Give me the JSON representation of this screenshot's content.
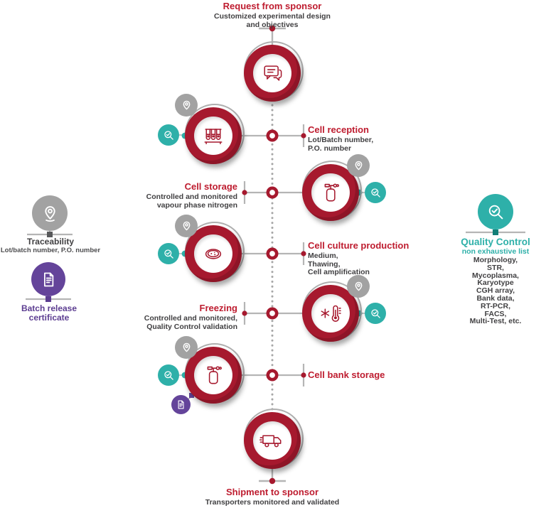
{
  "colors": {
    "crimson": "#A6192E",
    "crimson_text": "#BE1C2F",
    "teal": "#2EB0A9",
    "purple": "#64449A",
    "purple_text": "#5C3D91",
    "gray_badge": "#A2A2A2",
    "dark_text": "#414042",
    "line_gray": "#B5B5B5"
  },
  "steps": [
    {
      "id": "request-from-sponsor",
      "icon": "chat-bubbles-icon",
      "title": "Request from sponsor",
      "lines": [
        "Customized experimental design",
        "and objectives"
      ],
      "badges": []
    },
    {
      "id": "cell-reception",
      "icon": "test-tubes-icon",
      "title": "Cell reception",
      "lines": [
        "Lot/Batch number,",
        "P.O. number"
      ],
      "badges": [
        "traceability-pin",
        "quality-control-magnifier"
      ]
    },
    {
      "id": "cell-storage",
      "icon": "nitrogen-tank-icon",
      "title": "Cell storage",
      "lines": [
        "Controlled and monitored",
        "vapour phase nitrogen"
      ],
      "badges": [
        "traceability-pin",
        "quality-control-magnifier"
      ]
    },
    {
      "id": "cell-culture-production",
      "icon": "petri-dish-icon",
      "title": "Cell culture production",
      "lines": [
        "Medium,",
        "Thawing,",
        "Cell amplification"
      ],
      "badges": [
        "traceability-pin",
        "quality-control-magnifier"
      ]
    },
    {
      "id": "freezing",
      "icon": "thermometer-snowflake-icon",
      "title": "Freezing",
      "lines": [
        "Controlled and monitored,",
        "Quality Control validation"
      ],
      "badges": [
        "traceability-pin",
        "quality-control-magnifier"
      ]
    },
    {
      "id": "cell-bank-storage",
      "icon": "nitrogen-tank-icon",
      "title": "Cell bank storage",
      "lines": [],
      "badges": [
        "traceability-pin",
        "quality-control-magnifier",
        "batch-release-certificate"
      ]
    },
    {
      "id": "shipment-to-sponsor",
      "icon": "delivery-truck-icon",
      "title": "Shipment to sponsor",
      "lines": [
        "Transporters monitored and validated"
      ],
      "badges": []
    }
  ],
  "left_panel": {
    "traceability": {
      "icon": "location-pin-icon",
      "title": "Traceability",
      "subtitle": "Lot/batch number, P.O. number"
    },
    "batch_release": {
      "icon": "certificate-document-icon",
      "line1": "Batch release",
      "line2": "certificate"
    }
  },
  "right_panel": {
    "icon": "magnifier-check-icon",
    "title": "Quality Control",
    "subtitle": "non exhaustive list",
    "items": [
      "Morphology,",
      "STR,",
      "Mycoplasma,",
      "Karyotype",
      "CGH array,",
      "Bank data,",
      "RT-PCR,",
      "FACS,",
      "Multi-Test, etc."
    ]
  }
}
